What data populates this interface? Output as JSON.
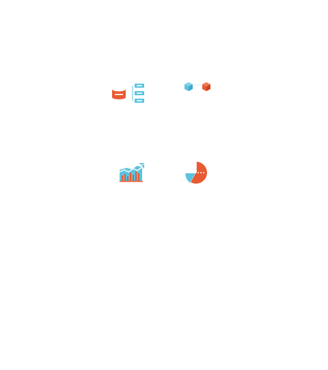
{
  "palette": {
    "orange": "#e85a33",
    "blue": "#5bc3df",
    "white": "#ffffff"
  },
  "tiles": [
    {
      "id": "database-list",
      "icon": "database-list-icon"
    },
    {
      "id": "cubes",
      "icon": "cubes-icon"
    },
    {
      "id": "growth-chart",
      "icon": "growth-chart-icon"
    },
    {
      "id": "pie-chart",
      "icon": "pie-chart-icon"
    }
  ]
}
